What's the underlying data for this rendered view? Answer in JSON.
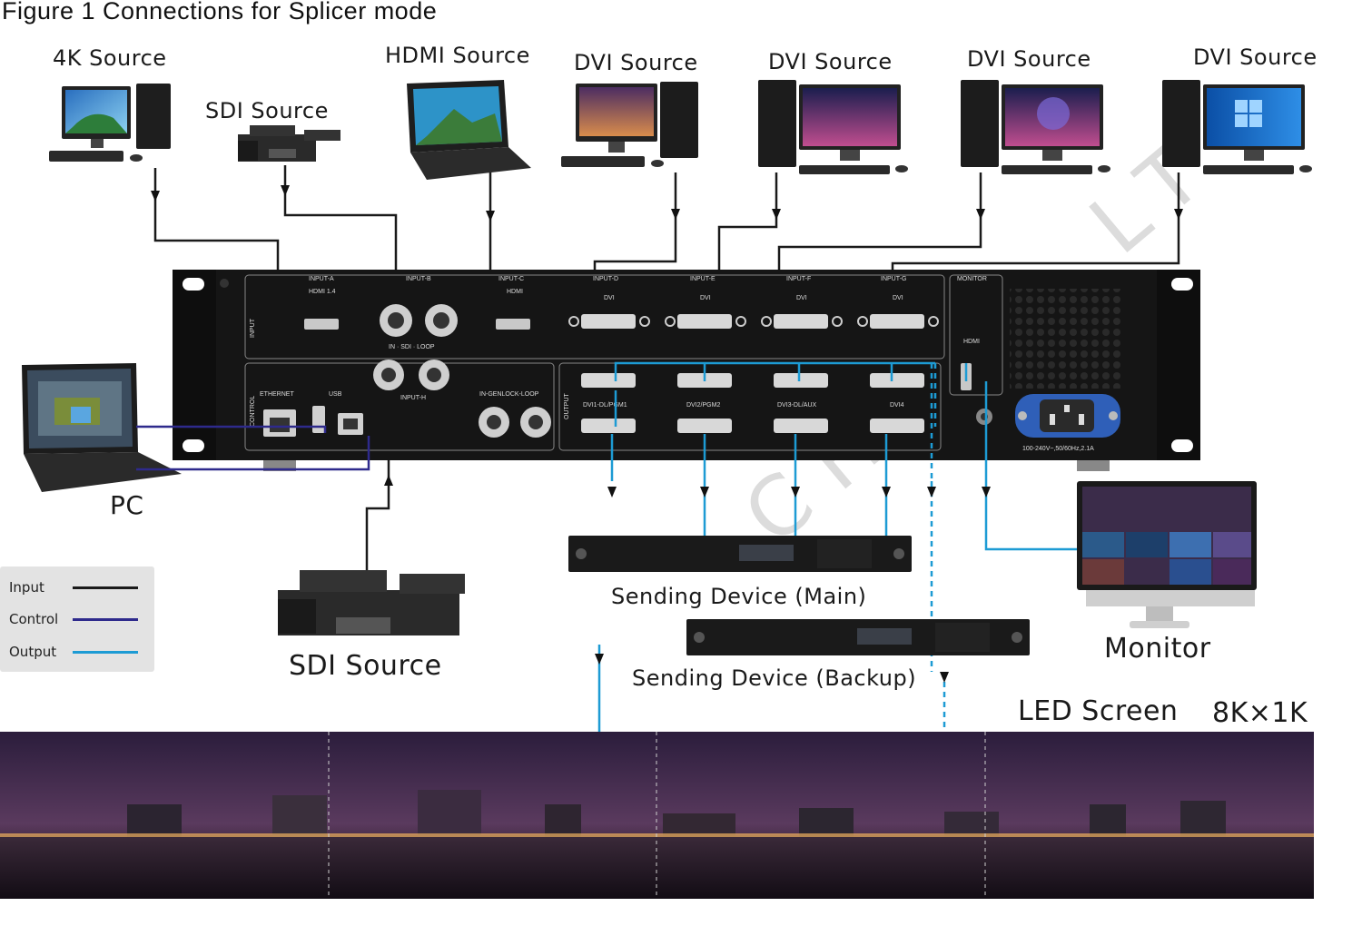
{
  "title": "Figure 1 Connections for Splicer mode",
  "sources": {
    "src_4k": "4K Source",
    "src_sdi_top": "SDI Source",
    "src_hdmi": "HDMI Source",
    "src_dvi1": "DVI Source",
    "src_dvi2": "DVI Source",
    "src_dvi3": "DVI Source",
    "src_dvi4": "DVI Source"
  },
  "device_panel": {
    "inputs": [
      "INPUT-A",
      "INPUT-B",
      "INPUT-C",
      "INPUT-D",
      "INPUT-E",
      "INPUT-F",
      "INPUT-G",
      "MONITOR"
    ],
    "input_types": [
      "HDMI 1.4",
      "HDMI",
      "DVI",
      "DVI",
      "DVI",
      "DVI",
      "HDMI"
    ],
    "sdi_loop": "IN · SDI · LOOP",
    "input_h": "INPUT-H",
    "genlock": "IN-GENLOCK-LOOP",
    "ethernet": "ETHERNET",
    "usb": "USB",
    "input_side": "INPUT",
    "control_side": "CONTROL",
    "output_side": "OUTPUT",
    "outputs": [
      "DVI1-DL/PGM1",
      "DVI2/PGM2",
      "DVI3-DL/AUX",
      "DVI4"
    ],
    "power": "100-240V~,50/60Hz,2.1A"
  },
  "labels": {
    "pc": "PC",
    "sdi_bottom": "SDI Source",
    "sending_main": "Sending Device (Main)",
    "sending_backup": "Sending Device (Backup)",
    "monitor": "Monitor",
    "led_screen": "LED Screen",
    "led_res": "8K×1K"
  },
  "legend": {
    "input": "Input",
    "control": "Control",
    "output": "Output"
  },
  "watermark": "CHCO.,LT",
  "colors": {
    "input_line": "#1a1a1a",
    "control_line": "#2e2a8c",
    "output_line": "#1d9bd4",
    "panel": "#151515"
  }
}
